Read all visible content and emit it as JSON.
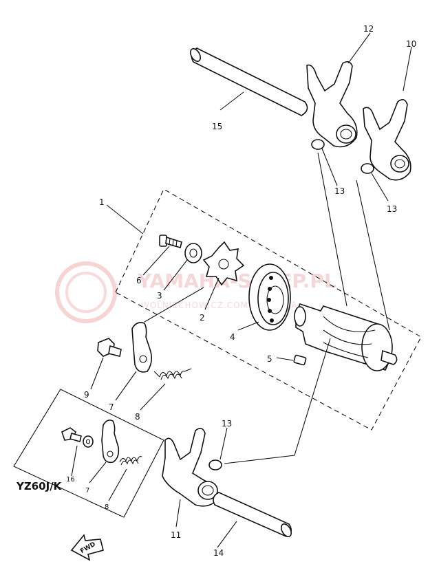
{
  "watermark": {
    "main": "YAMAHA-SKLEP.PL",
    "sub": "WOLNIECHOWICZ.COM - YAMAHA",
    "color": "#e86a6a"
  },
  "variant_label": "YZ60J/K",
  "fwd_label": "FWD",
  "callouts": {
    "c1": "1",
    "c2": "2",
    "c3": "3",
    "c4": "4",
    "c5": "5",
    "c6": "6",
    "c7": "7",
    "c7b": "7",
    "c8": "8",
    "c8b": "8",
    "c9": "9",
    "c10": "10",
    "c11": "11",
    "c12": "12",
    "c13a": "13",
    "c13b": "13",
    "c13c": "13",
    "c14": "14",
    "c15": "15",
    "c16": "16"
  }
}
